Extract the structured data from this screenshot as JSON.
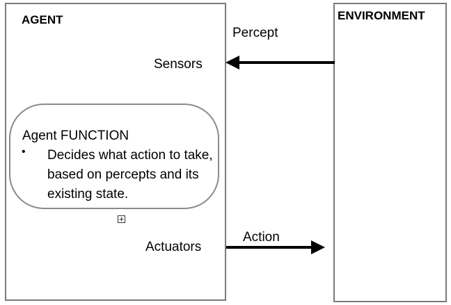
{
  "agent": {
    "heading": "AGENT",
    "sensors_label": "Sensors",
    "actuators_label": "Actuators",
    "function": {
      "title": "Agent FUNCTION",
      "bullet": "•",
      "description": "Decides what action to take, based on percepts and its existing state."
    }
  },
  "environment": {
    "heading": "ENVIRONMENT"
  },
  "flows": {
    "percept_label": "Percept",
    "action_label": "Action"
  },
  "icons": {
    "anchor": "plus-square-icon"
  }
}
